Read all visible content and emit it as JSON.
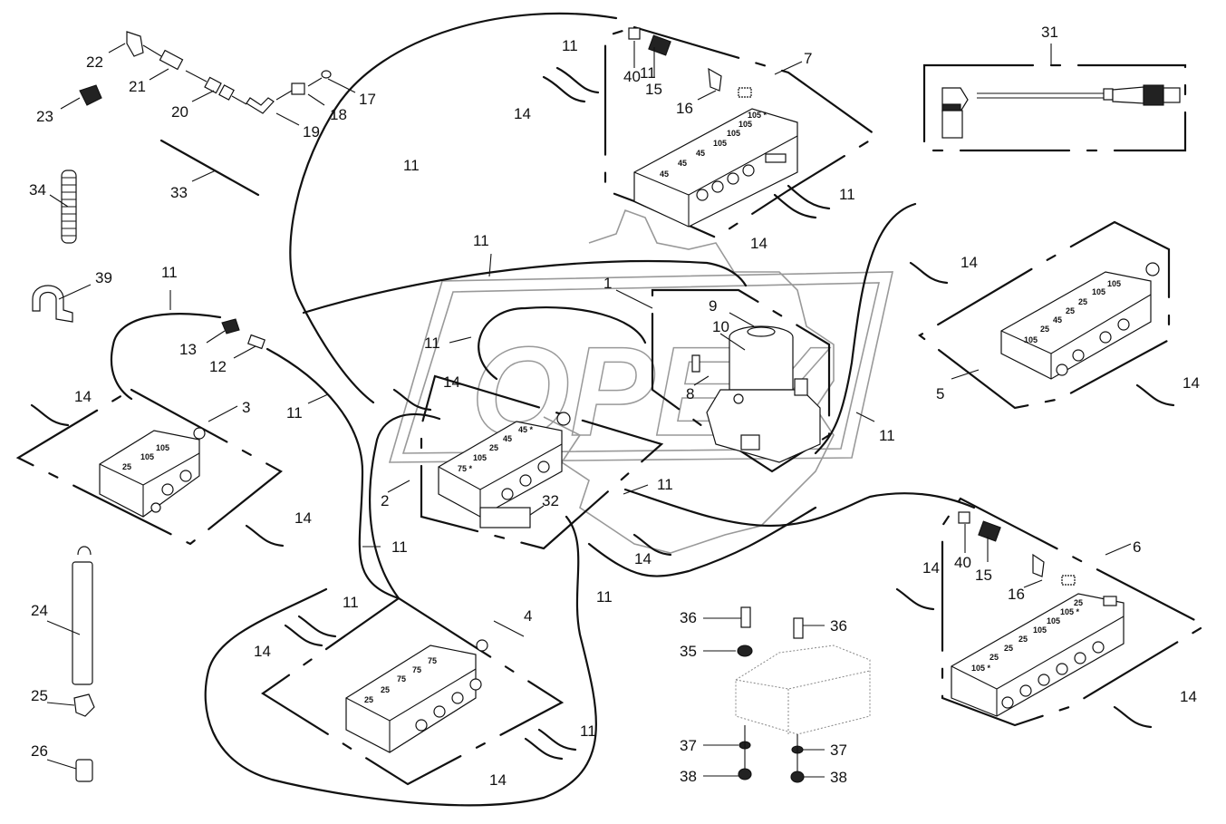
{
  "diagram": {
    "title": "Central lubrication system – exploded parts view",
    "watermark": "OPEX",
    "callouts": {
      "c1": "1",
      "c2": "2",
      "c3": "3",
      "c4": "4",
      "c5": "5",
      "c6": "6",
      "c7": "7",
      "c8": "8",
      "c9": "9",
      "c10": "10",
      "c11a": "11",
      "c11b": "11",
      "c11c": "11",
      "c11d": "11",
      "c11e": "11",
      "c11f": "11",
      "c11g": "11",
      "c11h": "11",
      "c11i": "11",
      "c11j": "11",
      "c11k": "11",
      "c11l": "11",
      "c12": "12",
      "c13": "13",
      "c14a": "14",
      "c14b": "14",
      "c14c": "14",
      "c14d": "14",
      "c14e": "14",
      "c14f": "14",
      "c14g": "14",
      "c14h": "14",
      "c14i": "14",
      "c14j": "14",
      "c14k": "14",
      "c15a": "15",
      "c15b": "15",
      "c16a": "16",
      "c16b": "16",
      "c17": "17",
      "c18": "18",
      "c19": "19",
      "c20": "20",
      "c21": "21",
      "c22": "22",
      "c23": "23",
      "c24": "24",
      "c25": "25",
      "c26": "26",
      "c31": "31",
      "c32": "32",
      "c33": "33",
      "c34": "34",
      "c35": "35",
      "c36a": "36",
      "c36b": "36",
      "c37a": "37",
      "c37b": "37",
      "c38a": "38",
      "c38b": "38",
      "c39": "39",
      "c40a": "40",
      "c40b": "40"
    },
    "distributor_blocks": {
      "block2": [
        "75 *",
        "105",
        "25",
        "45",
        "45 *"
      ],
      "block3": [
        "25",
        "105",
        "105"
      ],
      "block4": [
        "25",
        "25",
        "75",
        "75",
        "75"
      ],
      "block5": [
        "105",
        "25",
        "45",
        "25",
        "25",
        "105",
        "105"
      ],
      "block6": [
        "105 *",
        "25",
        "25",
        "25",
        "105",
        "105",
        "105 *",
        "25"
      ],
      "block7": [
        "45",
        "45",
        "45",
        "105",
        "105",
        "105",
        "105 *"
      ]
    }
  }
}
